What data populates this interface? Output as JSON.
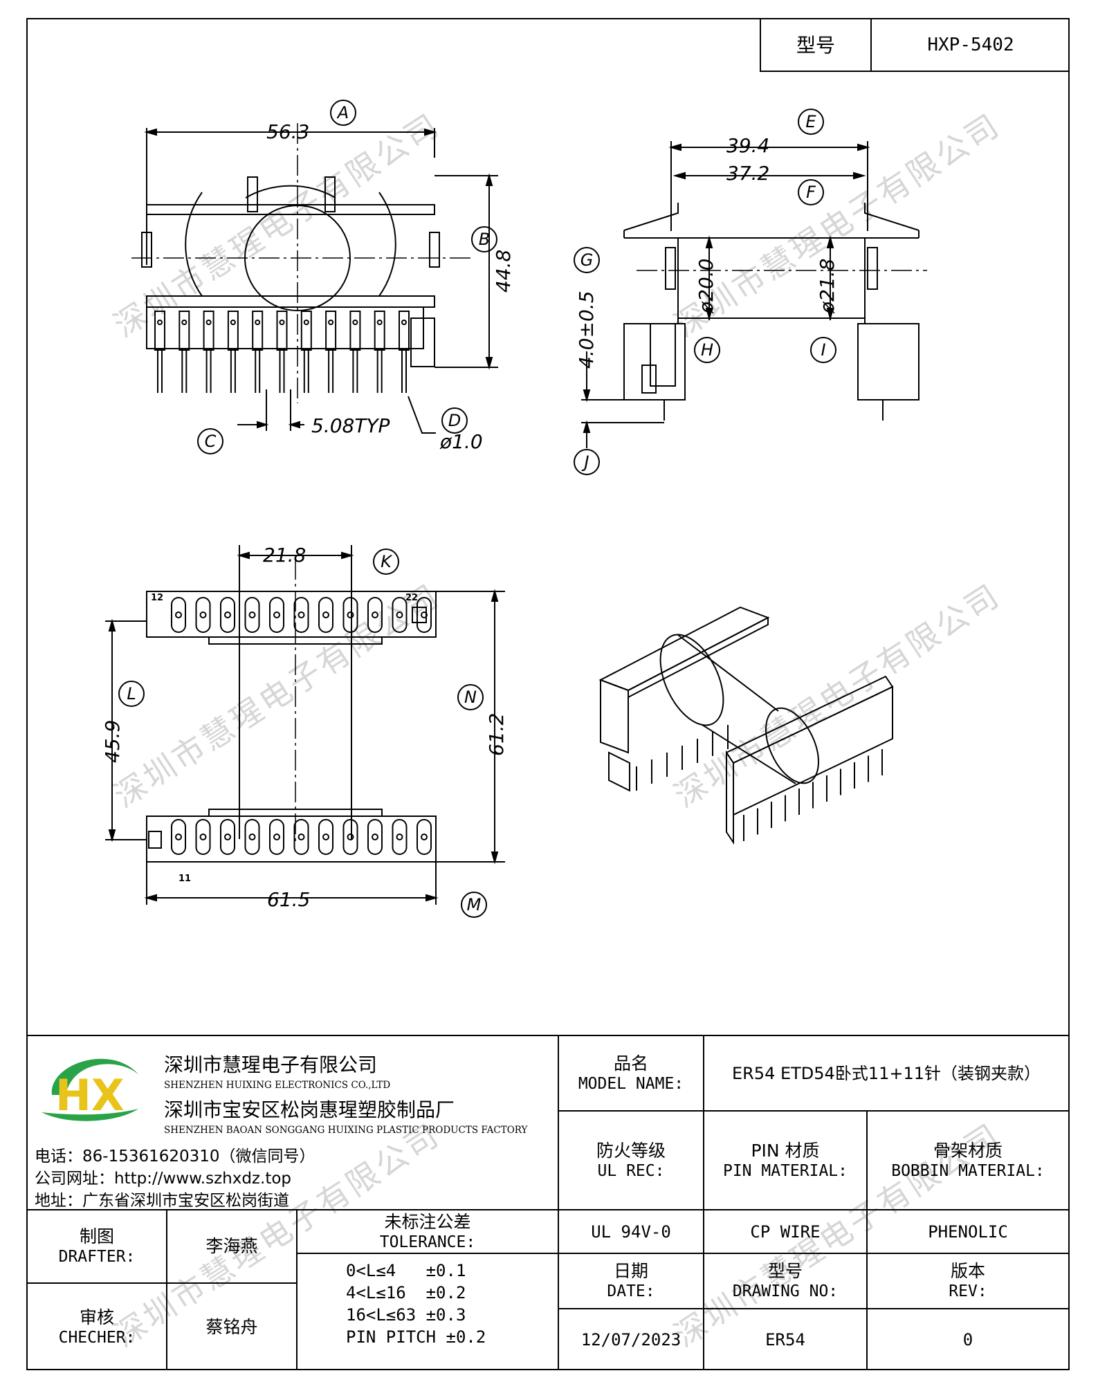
{
  "header": {
    "model_label": "型号",
    "model_value": "HXP-5402"
  },
  "watermark": "深圳市慧瑆电子有限公司",
  "drawing": {
    "dims": {
      "A": "56.3",
      "B": "44.8",
      "C": "5.08TYP",
      "D": "ø1.0",
      "E": "39.4",
      "F": "37.2",
      "G": "4.0±0.5",
      "H": "ø20.0",
      "I": "ø21.8",
      "K": "21.8",
      "L": "45.9",
      "M": "61.5",
      "N": "61.2"
    },
    "letters": [
      "A",
      "B",
      "C",
      "D",
      "E",
      "F",
      "G",
      "H",
      "I",
      "J",
      "K",
      "L",
      "M",
      "N"
    ],
    "pin_numbers": {
      "top_left": "12",
      "top_right": "22",
      "bottom_left": "11"
    }
  },
  "company": {
    "name_zh": "深圳市慧瑆电子有限公司",
    "name_en": "SHENZHEN HUIXING ELECTRONICS CO.,LTD",
    "factory_zh": "深圳市宝安区松岗惠瑆塑胶制品厂",
    "factory_en": "SHENZHEN BAOAN SONGGANG HUIXING PLASTIC PRODUCTS FACTORY",
    "phone": "电话：86-15361620310（微信同号）",
    "website": "公司网址：http://www.szhxdz.top",
    "address": "地址：广东省深圳市宝安区松岗街道",
    "logo_text": "HX",
    "logo_colors": {
      "green": "#2aa348",
      "yellow": "#e8c41a"
    }
  },
  "titleblock": {
    "model_name_zh": "品名",
    "model_name_en": "MODEL NAME:",
    "model_name_value": "ER54 ETD54卧式11+11针（装钢夹款）",
    "ul_zh": "防火等级",
    "ul_en": "UL REC:",
    "pin_zh": "PIN 材质",
    "pin_en": "PIN MATERIAL:",
    "bobbin_zh": "骨架材质",
    "bobbin_en": "BOBBIN MATERIAL:",
    "ul_value": "UL 94V-0",
    "pin_value": "CP WIRE",
    "bobbin_value": "PHENOLIC",
    "drafter_zh": "制图",
    "drafter_en": "DRAFTER:",
    "drafter_value": "李海燕",
    "checker_zh": "审核",
    "checker_en": "CHECHER:",
    "checker_value": "蔡铭舟",
    "tolerance_zh": "未标注公差",
    "tolerance_en": "TOLERANCE:",
    "tolerance_lines": [
      "0<L≤4   ±0.1",
      "4<L≤16  ±0.2",
      "16<L≤63 ±0.3",
      "PIN PITCH ±0.2"
    ],
    "date_zh": "日期",
    "date_en": "DATE:",
    "date_value": "12/07/2023",
    "drawing_no_zh": "型号",
    "drawing_no_en": "DRAWING NO:",
    "drawing_no_value": "ER54",
    "rev_zh": "版本",
    "rev_en": "REV:",
    "rev_value": "0"
  }
}
